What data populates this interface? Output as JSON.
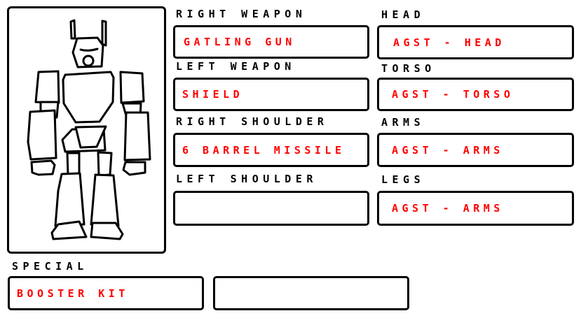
{
  "slots": {
    "right_weapon": {
      "label": "RIGHT WEAPON",
      "value": "GATLING GUN"
    },
    "left_weapon": {
      "label": "LEFT WEAPON",
      "value": "SHIELD"
    },
    "right_shoulder": {
      "label": "RIGHT SHOULDER",
      "value": "6 BARREL MISSILE"
    },
    "left_shoulder": {
      "label": "LEFT SHOULDER",
      "value": ""
    },
    "head": {
      "label": "HEAD",
      "value": "AGST - HEAD"
    },
    "torso": {
      "label": "TORSO",
      "value": "AGST - TORSO"
    },
    "arms": {
      "label": "ARMS",
      "value": "AGST - ARMS"
    },
    "legs": {
      "label": "LEGS",
      "value": "AGST - ARMS"
    },
    "special": {
      "label": "SPECIAL",
      "value": "BOOSTER KIT",
      "extra_value": ""
    }
  },
  "colors": {
    "value_text": "#ff0000",
    "label_text": "#000000"
  }
}
